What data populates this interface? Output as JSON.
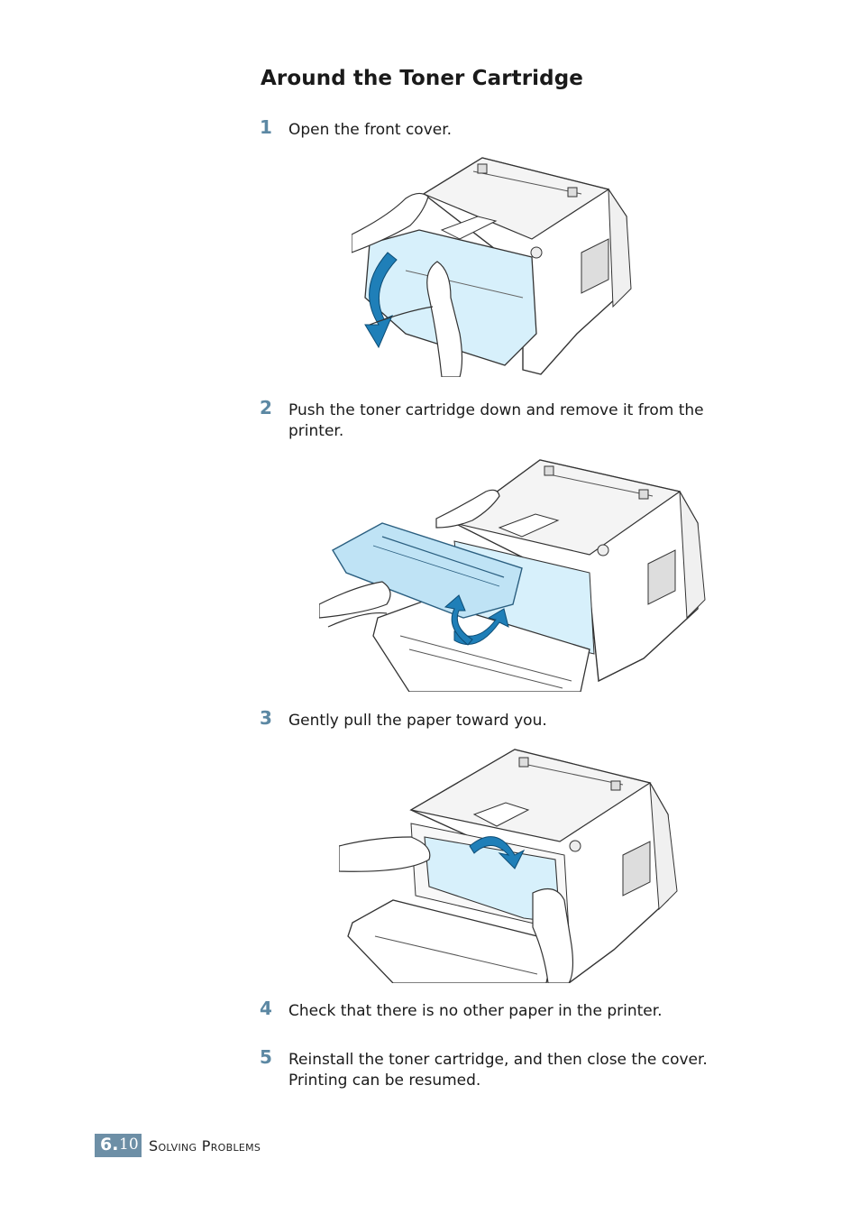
{
  "section": {
    "title": "Around the Toner Cartridge"
  },
  "steps": [
    {
      "number": "1",
      "text": "Open the front cover."
    },
    {
      "number": "2",
      "text": "Push the toner cartridge down and remove it from the printer."
    },
    {
      "number": "3",
      "text": "Gently pull the paper toward you."
    },
    {
      "number": "4",
      "text": "Check that there is no other paper in the printer."
    },
    {
      "number": "5",
      "text": "Reinstall the toner cartridge, and then close the cover. Printing can be resumed."
    }
  ],
  "footer": {
    "chapter": "6.",
    "page": "10",
    "section_name": "Solving Problems"
  },
  "colors": {
    "accent": "#5c88a3",
    "badge": "#6d8fa6",
    "illustration_blue": "#1f7fb8",
    "light_blue": "#d7f0fb"
  }
}
